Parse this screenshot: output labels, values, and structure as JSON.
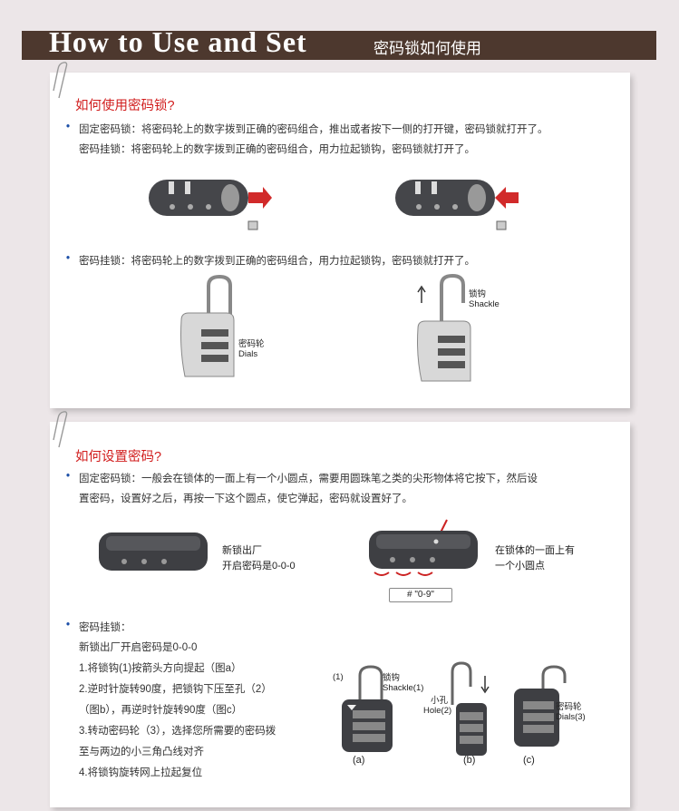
{
  "header": {
    "title": "How to Use and Set",
    "subtitle": "密码锁如何使用"
  },
  "section1": {
    "title": "如何使用密码锁?",
    "line1": "固定密码锁：将密码轮上的数字拨到正确的密码组合，推出或者按下一侧的打开键，密码锁就打开了。",
    "line2": "密码挂锁：将密码轮上的数字拨到正确的密码组合，用力拉起锁钩，密码锁就打开了。",
    "line3": "密码挂锁：将密码轮上的数字拨到正确的密码组合，用力拉起锁钩，密码锁就打开了。",
    "dials_cn": "密码轮",
    "dials_en": "Dials",
    "shackle_cn": "锁钩",
    "shackle_en": "Shackle"
  },
  "section2": {
    "title": "如何设置密码?",
    "line1": "固定密码锁：一般会在锁体的一面上有一个小圆点，需要用圆珠笔之类的尖形物体将它按下，然后设",
    "line2": "置密码，设置好之后，再按一下这个圆点，使它弹起，密码就设置好了。",
    "cap1a": "新锁出厂",
    "cap1b": "开启密码是0-0-0",
    "cap2a": "在锁体的一面上有",
    "cap2b": "一个小圆点",
    "tag": "# \"0-9\"",
    "pad_title": "密码挂锁：",
    "steps": [
      "新锁出厂开启密码是0-0-0",
      "1.将锁钩(1)按箭头方向提起（图a）",
      "2.逆时针旋转90度，把锁钩下压至孔（2）",
      "（图b），再逆时针旋转90度（图c）",
      "3.转动密码轮（3），选择您所需要的密码拨",
      "至与两边的小三角凸线对齐",
      "4.将锁钩旋转网上拉起复位"
    ],
    "fig": {
      "a_num": "(1)",
      "a_cn": "锁钩",
      "a_en": "Shackle(1)",
      "b_cn": "小孔",
      "b_en": "Hole(2)",
      "c_cn": "密码轮",
      "c_en": "Dials(3)",
      "cap_a": "(a)",
      "cap_b": "(b)",
      "cap_c": "(c)"
    }
  }
}
